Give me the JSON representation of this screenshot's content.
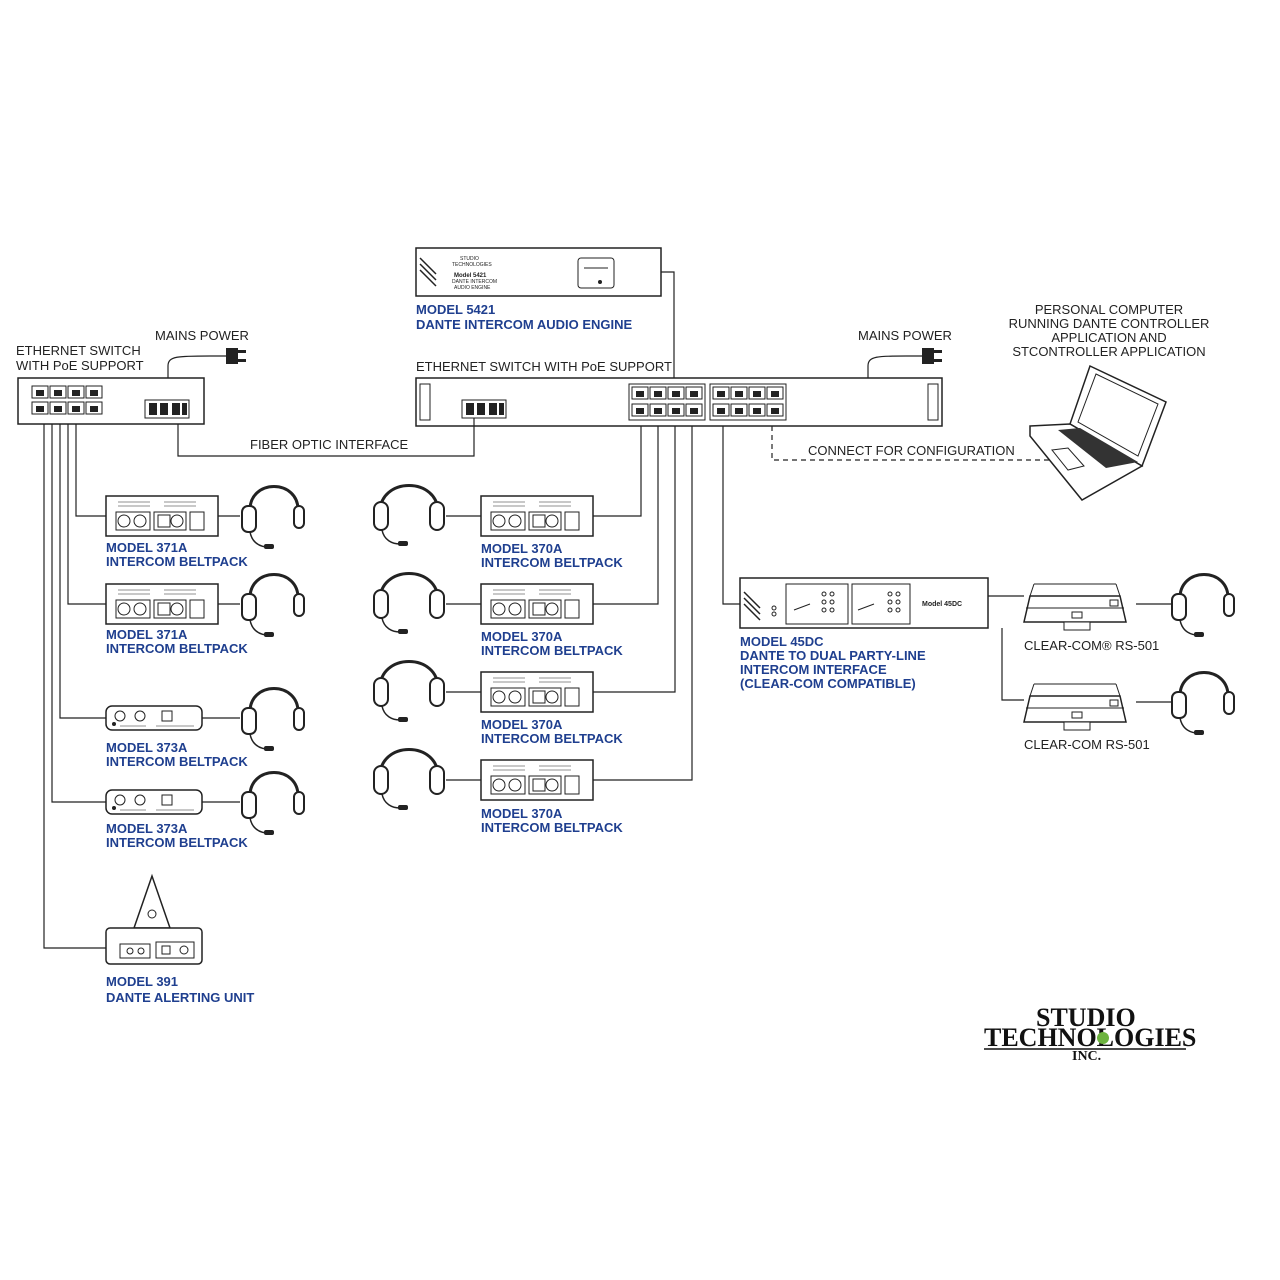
{
  "left_switch": {
    "title_line1": "ETHERNET SWITCH",
    "title_line2": "WITH PoE SUPPORT",
    "power_label": "MAINS POWER"
  },
  "main_switch": {
    "title": "ETHERNET SWITCH WITH PoE SUPPORT",
    "power_label": "MAINS POWER"
  },
  "fiber_label": "FIBER OPTIC INTERFACE",
  "config_label": "CONNECT FOR CONFIGURATION",
  "engine": {
    "model": "MODEL 5421",
    "name": "DANTE INTERCOM AUDIO ENGINE",
    "faceplate": [
      "STUDIO",
      "TECHNOLOGIES",
      "Model 5421",
      "DANTE INTERCOM",
      "AUDIO ENGINE"
    ]
  },
  "computer": {
    "lines": [
      "PERSONAL COMPUTER",
      "RUNNING DANTE CONTROLLER",
      "APPLICATION AND",
      "STCONTROLLER APPLICATION"
    ]
  },
  "left_beltpacks": [
    {
      "model": "MODEL 371A",
      "name": "INTERCOM BELTPACK"
    },
    {
      "model": "MODEL 371A",
      "name": "INTERCOM BELTPACK"
    },
    {
      "model": "MODEL 373A",
      "name": "INTERCOM BELTPACK"
    },
    {
      "model": "MODEL 373A",
      "name": "INTERCOM BELTPACK"
    }
  ],
  "alert_unit": {
    "model": "MODEL 391",
    "name": "DANTE ALERTING UNIT"
  },
  "center_beltpacks": [
    {
      "model": "MODEL 370A",
      "name": "INTERCOM BELTPACK"
    },
    {
      "model": "MODEL 370A",
      "name": "INTERCOM BELTPACK"
    },
    {
      "model": "MODEL 370A",
      "name": "INTERCOM BELTPACK"
    },
    {
      "model": "MODEL 370A",
      "name": "INTERCOM BELTPACK"
    }
  ],
  "interface_45dc": {
    "lines": [
      "MODEL 45DC",
      "DANTE TO DUAL PARTY-LINE",
      "INTERCOM INTERFACE",
      "(CLEAR-COM COMPATIBLE)"
    ],
    "faceplate": "Model 45DC"
  },
  "clearcom": [
    {
      "label": "CLEAR-COM® RS-501"
    },
    {
      "label": "CLEAR-COM RS-501"
    }
  ],
  "logo": {
    "line1": "STUDIO",
    "line2": "TECHNOLOGIES",
    "line3": "INC."
  },
  "colors": {
    "label_blue": "#1f3f8f",
    "line": "#222222",
    "logo_leaf": "#6db33f"
  }
}
